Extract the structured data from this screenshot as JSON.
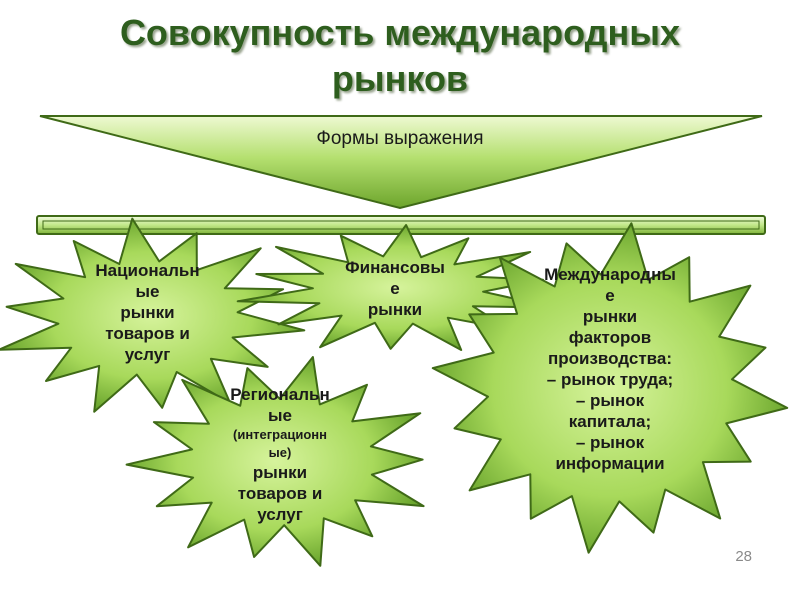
{
  "title": {
    "line1": "Совокупность международных",
    "line2": "рынков"
  },
  "funnel_label": "Формы выражения",
  "bursts": {
    "national": {
      "l1": "Национальн",
      "l2": "ые",
      "l3": "рынки",
      "l4": "товаров и",
      "l5": "услуг"
    },
    "financial": {
      "l1": "Финансовы",
      "l2": "е",
      "l3": "рынки"
    },
    "international": {
      "l1": "Международны",
      "l2": "е",
      "l3": "рынки",
      "l4": "факторов",
      "l5": "производства:",
      "l6": "– рынок труда;",
      "l7": "– рынок",
      "l8": "капитала;",
      "l9": "– рынок",
      "l10": "информации"
    },
    "regional": {
      "l1": "Региональн",
      "l2": "ые",
      "l3": "(интеграционн",
      "l4": "ые)",
      "l5": "рынки",
      "l6": "товаров и",
      "l7": "услуг"
    }
  },
  "page_number": "28",
  "colors": {
    "title": "#2e5e1e",
    "fill_light": "#c9ec8a",
    "fill_dark": "#5d9a24",
    "border": "#3f6a17"
  }
}
